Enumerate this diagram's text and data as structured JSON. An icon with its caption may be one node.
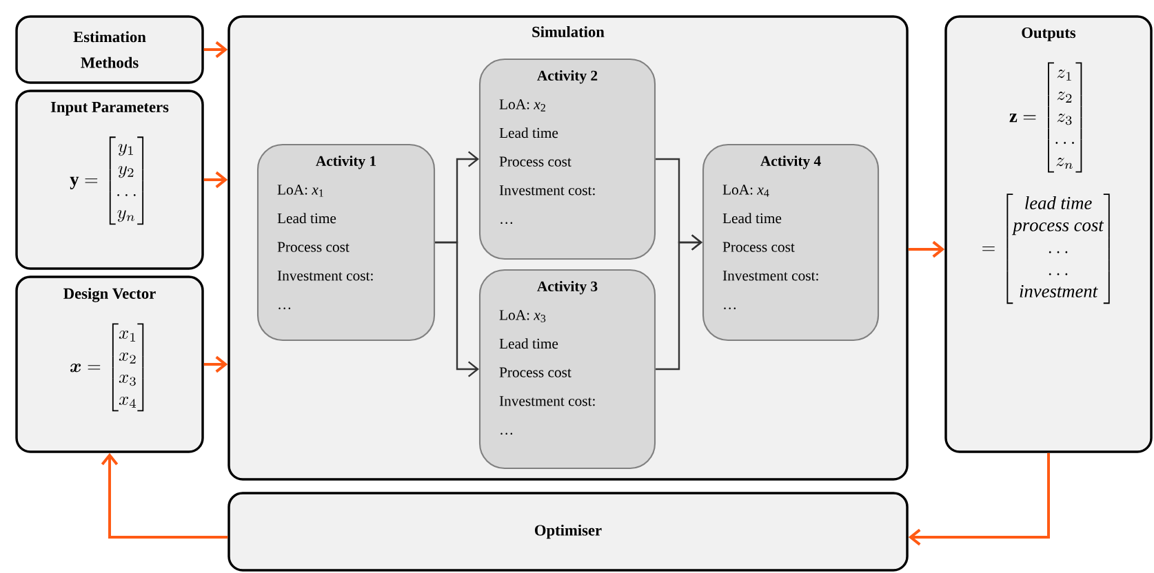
{
  "diagram": {
    "nodes": [
      {
        "text": [
          "Estimation Methods"
        ]
      },
      {
        "text": [
          "Input Parameters",
          "\\mathbf{y} = \\begin{bmatrix} y_1 \\\\ y_2 \\\\ \\ldots \\\\ y_n \\end{bmatrix}"
        ]
      },
      {
        "text": [
          "Design Vector",
          "\\boldsymbol{x} = \\begin{bmatrix} x_1 \\\\ x_2 \\\\ x_3 \\\\ x_4 \\end{bmatrix}"
        ]
      },
      {
        "text": [
          "Simulation"
        ]
      },
      {
        "text": [
          "Activity 1",
          "LoA: *x*$_{1}$",
          "Lead time",
          "Process cost",
          "Investment cost:",
          "…"
        ],
        "in": 3
      },
      {
        "text": [
          "Activity 2",
          "LoA: *x*$_{2}$",
          "Lead time",
          "Process cost",
          "Investment cost:",
          "…"
        ],
        "in": 3
      },
      {
        "text": [
          "Activity 3",
          "LoA: *x*$_{3}$",
          "Lead time",
          "Process cost",
          "Investment cost:",
          "…"
        ],
        "in": 3
      },
      {
        "text": [
          "Activity 4",
          "LoA: *x*$_{4}$",
          "Lead time",
          "Process cost",
          "Investment cost:",
          "…"
        ],
        "in": 3
      },
      {
        "text": [
          "Outputs",
          "\\mathbf{z} = \\begin{bmatrix} z_1 \\\\ z_2 \\\\ z_3 \\\\ \\ldots \\\\ z_n \\end{bmatrix}",
          "= \\begin{bmatrix} \\mathit{lead\\ time} \\\\ \\mathit{process\\ cost} \\\\ \\ldots \\\\ \\ldots \\\\ \\mathit{investment} \\end{bmatrix}"
        ]
      },
      {
        "text": [
          "Optimiser"
        ]
      }
    ],
    "edges": [
      {
        "from": 0,
        "to": 3,
        "arrow": "to"
      },
      {
        "from": 1,
        "to": 3,
        "arrow": "to"
      },
      {
        "from": 2,
        "to": 3,
        "arrow": "to"
      },
      {
        "from": 4,
        "to": 5,
        "arrow": "to",
        "color": "#333333"
      },
      {
        "from": 4,
        "to": 6,
        "arrow": "to",
        "color": "#333333"
      },
      {
        "from": 5,
        "to": 7,
        "arrow": "to",
        "color": "#333333"
      },
      {
        "from": 6,
        "to": 7,
        "arrow": "to",
        "color": "#333333"
      },
      {
        "from": 3,
        "to": 8,
        "arrow": "to"
      },
      {
        "from": 8,
        "to": 9,
        "arrow": "to"
      },
      {
        "from": 9,
        "to": 2,
        "arrow": "to"
      }
    ]
  }
}
